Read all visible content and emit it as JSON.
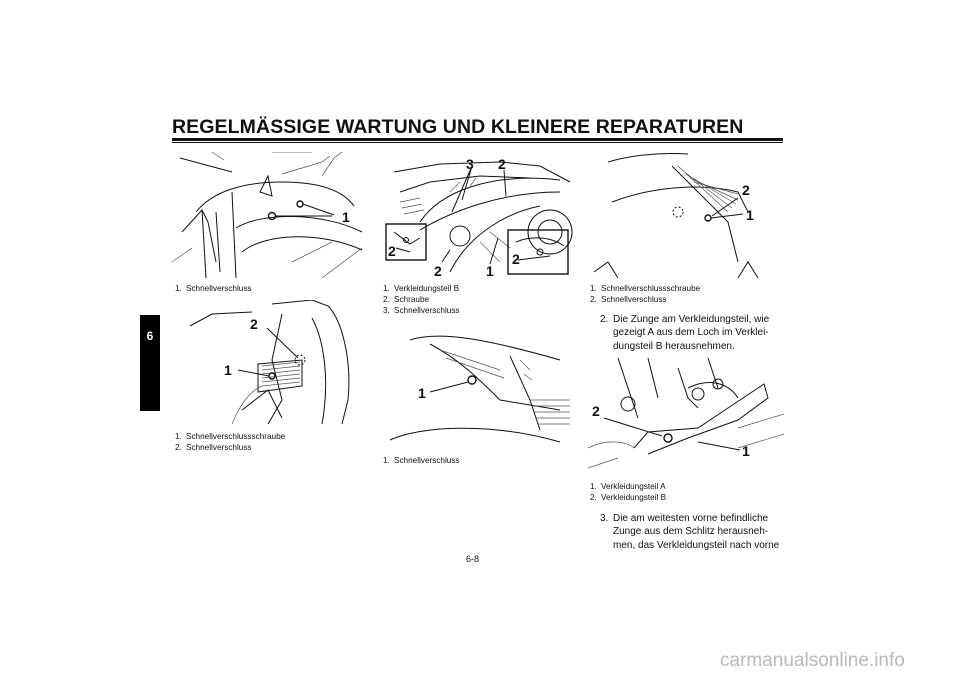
{
  "header": {
    "title": "REGELMÄSSIGE WARTUNG UND KLEINERE REPARATUREN",
    "chapter_tab": "6"
  },
  "figures": {
    "fig1": {
      "callouts": [
        "1"
      ],
      "caption": [
        {
          "n": "1.",
          "text": "Schnellverschluss"
        }
      ]
    },
    "fig2": {
      "callouts": [
        "2",
        "1"
      ],
      "caption": [
        {
          "n": "1.",
          "text": "Schnellverschlussschraube"
        },
        {
          "n": "2.",
          "text": "Schnellverschluss"
        }
      ]
    },
    "fig3": {
      "callouts": [
        "3",
        "2",
        "2",
        "2",
        "1",
        "2"
      ],
      "caption": [
        {
          "n": "1.",
          "text": "Verkleidungsteil B"
        },
        {
          "n": "2.",
          "text": "Schraube"
        },
        {
          "n": "3.",
          "text": "Schnellverschluss"
        }
      ]
    },
    "fig4": {
      "callouts": [
        "1"
      ],
      "caption": [
        {
          "n": "1.",
          "text": "Schnellverschluss"
        }
      ]
    },
    "fig5": {
      "callouts": [
        "2",
        "1"
      ],
      "caption": [
        {
          "n": "1.",
          "text": "Schnellverschlussschraube"
        },
        {
          "n": "2.",
          "text": "Schnellverschluss"
        }
      ]
    },
    "fig6": {
      "callouts": [
        "2",
        "1"
      ],
      "caption": [
        {
          "n": "1.",
          "text": "Verkleidungsteil A"
        },
        {
          "n": "2.",
          "text": "Verkleidungsteil B"
        }
      ]
    }
  },
  "steps": [
    {
      "num": "2.",
      "text": "Die Zunge am Verkleidungsteil, wie\ngezeigt A aus dem Loch im Verklei-\ndungsteil B herausnehmen."
    },
    {
      "num": "3.",
      "text": "Die am weitesten vorne befindliche\nZunge aus dem Schlitz herausneh-\nmen, das Verkleidungsteil nach vorne"
    }
  ],
  "footer": {
    "page_number": "6-8",
    "watermark": "carmanualsonline.info"
  }
}
